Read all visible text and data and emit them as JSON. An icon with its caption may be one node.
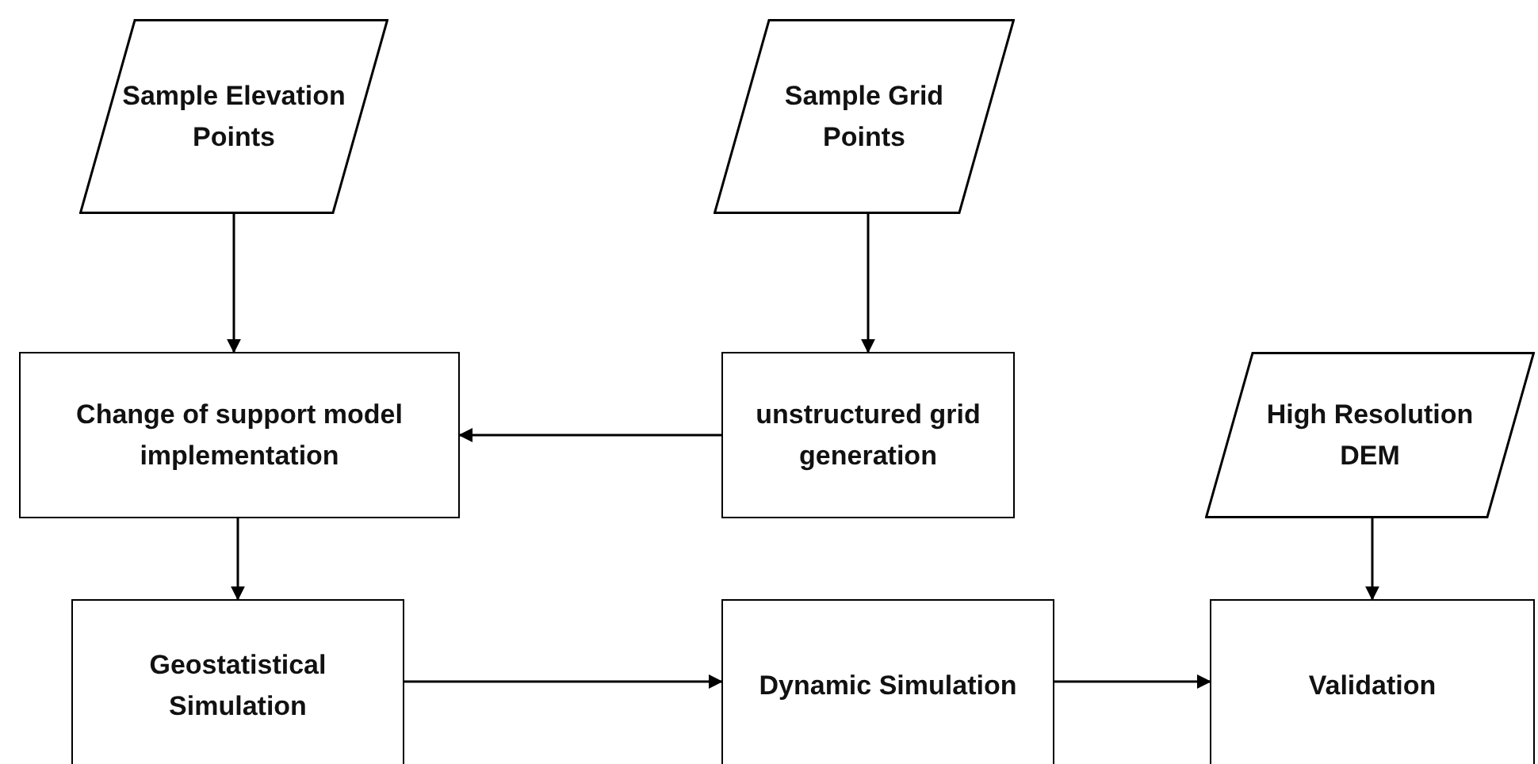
{
  "diagram": {
    "nodes": [
      {
        "text": [
          "Sample Elevation Points"
        ]
      },
      {
        "text": [
          "Sample Grid Points"
        ]
      },
      {
        "text": [
          "Change of support model implementation"
        ]
      },
      {
        "text": [
          "unstructured grid generation"
        ]
      },
      {
        "text": [
          "High Resolution DEM"
        ]
      },
      {
        "text": [
          "Geostatistical Simulation"
        ]
      },
      {
        "text": [
          "Dynamic Simulation"
        ]
      },
      {
        "text": [
          "Validation"
        ]
      }
    ],
    "edges": [
      {
        "from": 0,
        "to": 2,
        "arrow": "to"
      },
      {
        "from": 1,
        "to": 3,
        "arrow": "to"
      },
      {
        "from": 3,
        "to": 2,
        "arrow": "to"
      },
      {
        "from": 2,
        "to": 5,
        "arrow": "to"
      },
      {
        "from": 5,
        "to": 6,
        "arrow": "to"
      },
      {
        "from": 6,
        "to": 7,
        "arrow": "to"
      },
      {
        "from": 4,
        "to": 7,
        "arrow": "to"
      }
    ]
  }
}
